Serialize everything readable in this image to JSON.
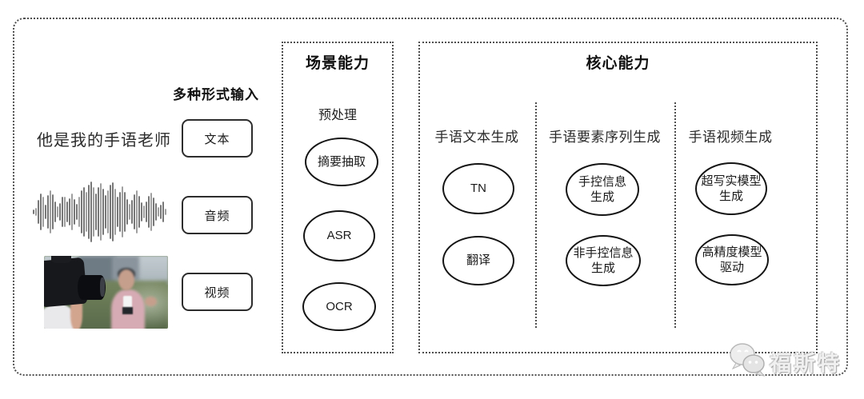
{
  "input_section": {
    "title": "多种形式输入",
    "sample_text": "他是我的手语老师",
    "buttons": [
      {
        "label": "文本"
      },
      {
        "label": "音频"
      },
      {
        "label": "视频"
      }
    ],
    "waveform_icon": "audio-waveform-icon",
    "photo_icon": "reporter-video-photo"
  },
  "scene_section": {
    "title": "场景能力",
    "stage_label": "预处理",
    "nodes": [
      {
        "label": "摘要抽取"
      },
      {
        "label": "ASR"
      },
      {
        "label": "OCR"
      }
    ]
  },
  "core_section": {
    "title": "核心能力",
    "columns": [
      {
        "header": "手语文本生成",
        "nodes": [
          {
            "label": "TN"
          },
          {
            "label": "翻译"
          }
        ]
      },
      {
        "header": "手语要素序列生成",
        "nodes": [
          {
            "label": "手控信息\n生成"
          },
          {
            "label": "非手控信息\n生成"
          }
        ]
      },
      {
        "header": "手语视频生成",
        "nodes": [
          {
            "label": "超写实模型\n生成"
          },
          {
            "label": "高精度模型\n驱动"
          }
        ]
      }
    ]
  },
  "watermark": {
    "label": "福斯特",
    "icon": "wechat-bubbles-icon"
  }
}
